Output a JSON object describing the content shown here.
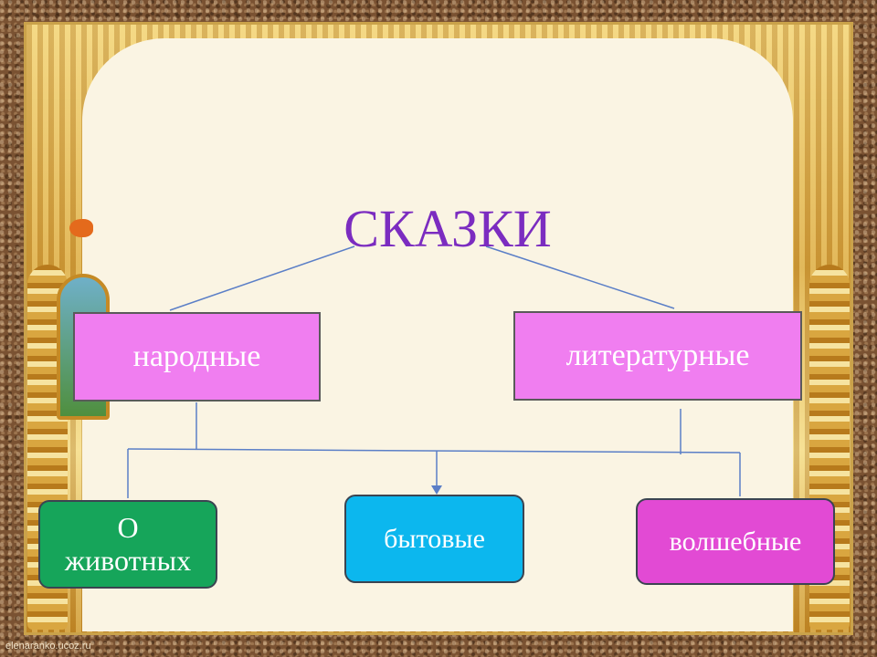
{
  "title": "СКАЗКИ",
  "level1": [
    {
      "label": "народные"
    },
    {
      "label": "литературные"
    }
  ],
  "level2": [
    {
      "label": "О\nживотных"
    },
    {
      "label": "бытовые"
    },
    {
      "label": "волшебные"
    }
  ],
  "credit": "elenaranko.ucoz.ru",
  "colors": {
    "title": "#7b2cc0",
    "level1_box": "#f07ef0",
    "animals_box": "#16a55a",
    "bytovye_box": "#0cb7ee",
    "volsh_box": "#e24ad4",
    "connector": "#5b7fc7"
  }
}
